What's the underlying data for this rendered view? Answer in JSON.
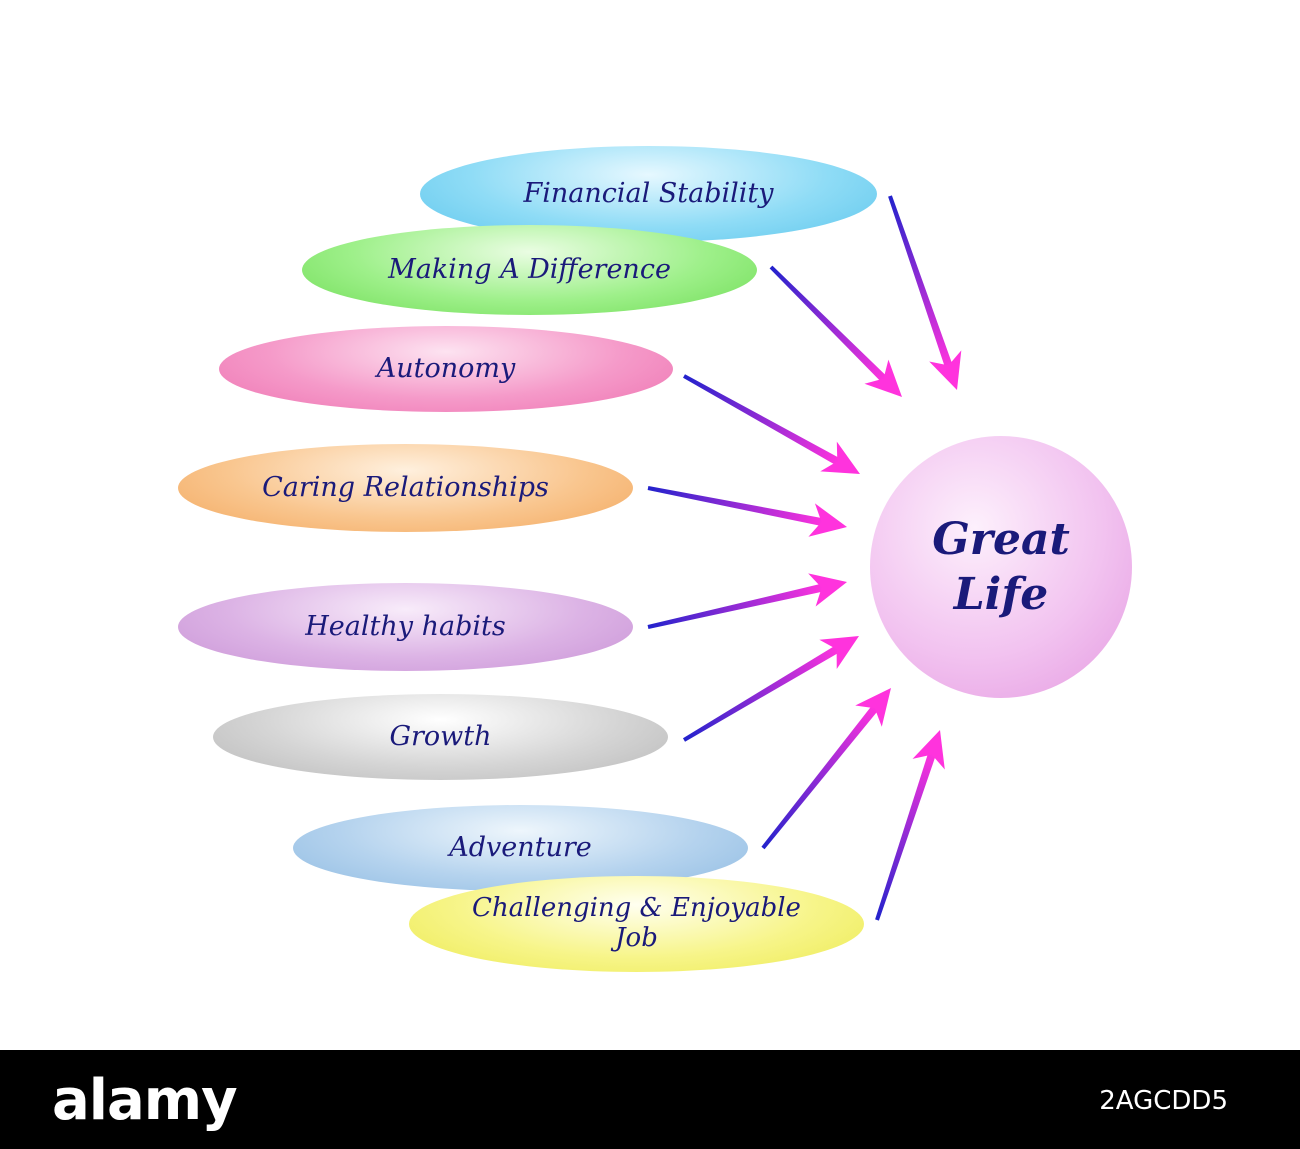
{
  "diagram": {
    "center_label": "Great\nLife",
    "items": [
      {
        "label": "Financial Stability"
      },
      {
        "label": "Making A Difference"
      },
      {
        "label": "Autonomy"
      },
      {
        "label": "Caring Relationships"
      },
      {
        "label": "Healthy habits"
      },
      {
        "label": "Growth"
      },
      {
        "label": "Adventure"
      },
      {
        "label": "Challenging & Enjoyable\nJob"
      }
    ]
  },
  "footer": {
    "brand": "alamy",
    "image_id": "2AGCDD5"
  },
  "colors": {
    "text": "#1a1a7a",
    "arrow_start": "#2222cc",
    "arrow_end": "#ff33dd"
  }
}
